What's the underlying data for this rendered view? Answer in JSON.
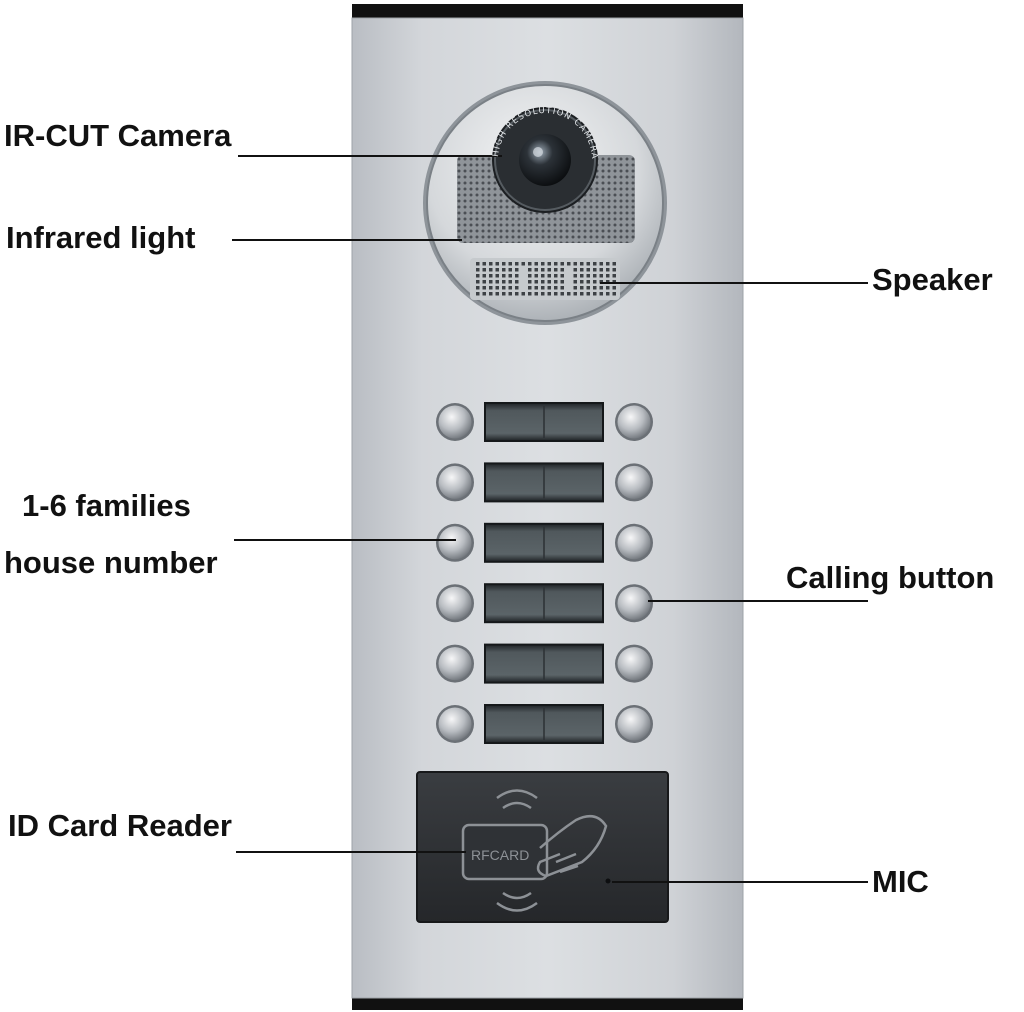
{
  "callouts": {
    "ir_cut_camera": "IR-CUT Camera",
    "infrared_light": "Infrared light",
    "speaker": "Speaker",
    "families_line1": "1-6 families",
    "families_line2": "house number",
    "calling_button": "Calling button",
    "id_card_reader": "ID Card Reader",
    "mic": "MIC"
  },
  "device": {
    "lens_ring_text": "HIGH RESOLUTION CAMERA",
    "card_text": "RFCARD",
    "name_plate_rows": 6,
    "buttons_per_row": 2
  },
  "colors": {
    "panel": "#c9ccd1",
    "panel_edge": "#111111",
    "label_text": "#111111",
    "leader_line": "#111111",
    "reader": "#2b2d30"
  }
}
